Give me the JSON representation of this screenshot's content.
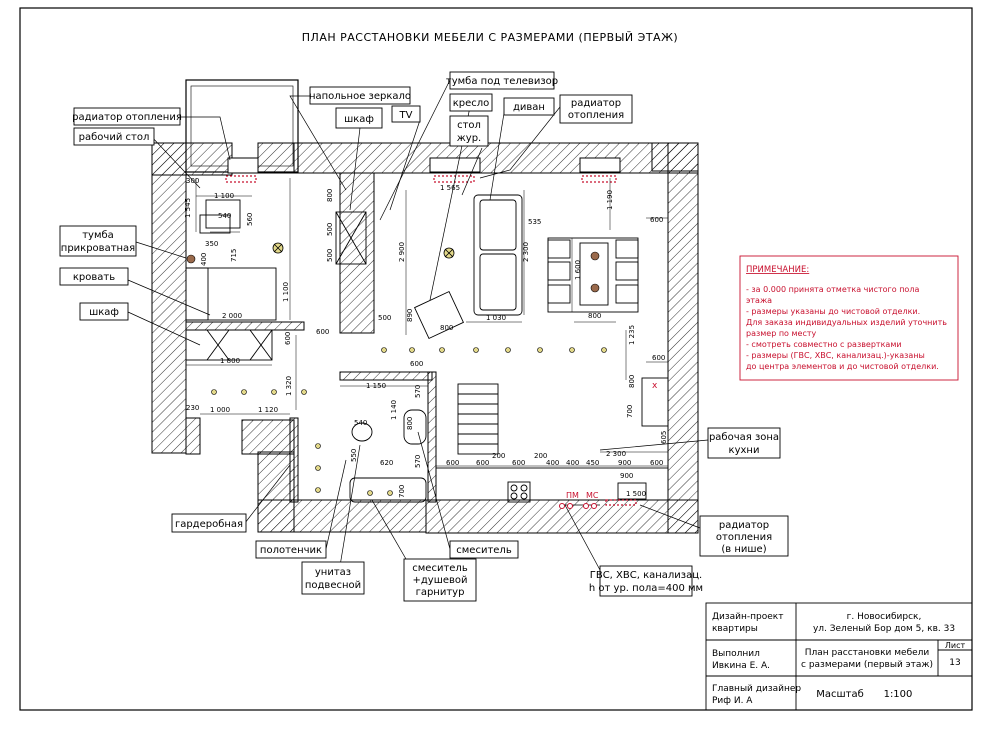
{
  "title": "ПЛАН РАССТАНОВКИ МЕБЕЛИ С РАЗМЕРАМИ (ПЕРВЫЙ ЭТАЖ)",
  "callouts": {
    "radiator_1": "радиатор отопления",
    "desk": "рабочий стол",
    "nightstand_1": "тумба",
    "nightstand_2": "прикроватная",
    "bed": "кровать",
    "wardrobe_left": "шкаф",
    "floor_mirror": "напольное зеркало",
    "wardrobe_top": "шкаф",
    "tv": "TV",
    "tv_stand": "тумба под телевизор",
    "armchair": "кресло",
    "coffee_table_1": "стол",
    "coffee_table_2": "жур.",
    "sofa": "диван",
    "radiator_2_1": "радиатор",
    "radiator_2_2": "отопления",
    "kitchen_work_1": "рабочая зона",
    "kitchen_work_2": "кухни",
    "radiator_niche_1": "радиатор",
    "radiator_niche_2": "отопления",
    "radiator_niche_3": "(в нише)",
    "wardrobe_room": "гардеробная",
    "towel_rail": "полотенчик",
    "toilet_1": "унитаз",
    "toilet_2": "подвесной",
    "mixer_shower_1": "смеситель",
    "mixer_shower_2": "+душевой",
    "mixer_shower_3": "гарнитур",
    "mixer": "смеситель",
    "pipes_1": "ГВС, ХВС, канализац.",
    "pipes_2": "h от ур. пола=400 мм"
  },
  "note": {
    "header": "ПРИМЕЧАНИЕ:",
    "lines": [
      "- за 0.000 принята отметка чистого пола",
      "этажа",
      "- размеры указаны до чистовой отделки.",
      "Для заказа индивидуальных изделий уточнить",
      "размер по месту",
      "- смотреть совместно с развертками",
      "- размеры (ГВС, ХВС, канализац.)-указаны",
      "до центра элементов и до чистовой отделки."
    ]
  },
  "dims": {
    "d300": "300",
    "d1100": "1 100",
    "d540": "540",
    "d560": "560",
    "d1545": "1 545",
    "d350": "350",
    "d715": "715",
    "d400": "400",
    "d2000": "2 000",
    "d1100b": "1 100",
    "d600a": "600",
    "d1800": "1 800",
    "d600b": "600",
    "d1320": "1 320",
    "d230": "230",
    "d1000": "1 000",
    "d1120": "1 120",
    "d800a": "800",
    "d500a": "500",
    "d500b": "500",
    "d2900": "2 900",
    "d1565": "1 565",
    "d535": "535",
    "d2300": "2 300",
    "d500c": "500",
    "d890": "890",
    "d800b": "800",
    "d1030": "1 030",
    "d1190": "1 190",
    "d600c": "600",
    "d1600": "1 600",
    "d800c": "800",
    "d1235": "1 235",
    "d600d": "600",
    "d600e": "600",
    "d800d": "800",
    "d700": "700",
    "d605": "605",
    "d1150": "1 150",
    "d570a": "570",
    "d540b": "540",
    "d1140": "1 140",
    "d800e": "800",
    "d620": "620",
    "d570b": "570",
    "d550": "550",
    "d700b": "700",
    "d600f": "600",
    "d600g": "600",
    "d200a": "200",
    "d600h": "600",
    "d200b": "200",
    "d400b": "400",
    "d400c": "400",
    "d450": "450",
    "d900": "900",
    "d600i": "600",
    "d2300b": "2 300",
    "d900b": "900",
    "d1500": "1 500"
  },
  "tags": {
    "pm": "ПМ",
    "mc": "МС",
    "x": "х"
  },
  "stamp": {
    "project_1": "Дизайн-проект",
    "project_2": "квартиры",
    "address_1": "г. Новосибирск,",
    "address_2": "ул. Зеленый Бор дом 5, кв. 33",
    "done_1": "Выполнил",
    "done_2": "Ивкина Е. А.",
    "plan_1": "План расстановки мебели",
    "plan_2": "с размерами (первый этаж)",
    "sheet_label": "Лист",
    "sheet_no": "13",
    "chief_1": "Главный дизайнер",
    "chief_2": "Риф И. А",
    "scale_label": "Масштаб",
    "scale_value": "1:100"
  },
  "colors": {
    "ink": "#000000",
    "accent_red": "#c8102e",
    "fixture_yellow": "#e3d98a",
    "lamp_brown": "#9a6a4c"
  }
}
